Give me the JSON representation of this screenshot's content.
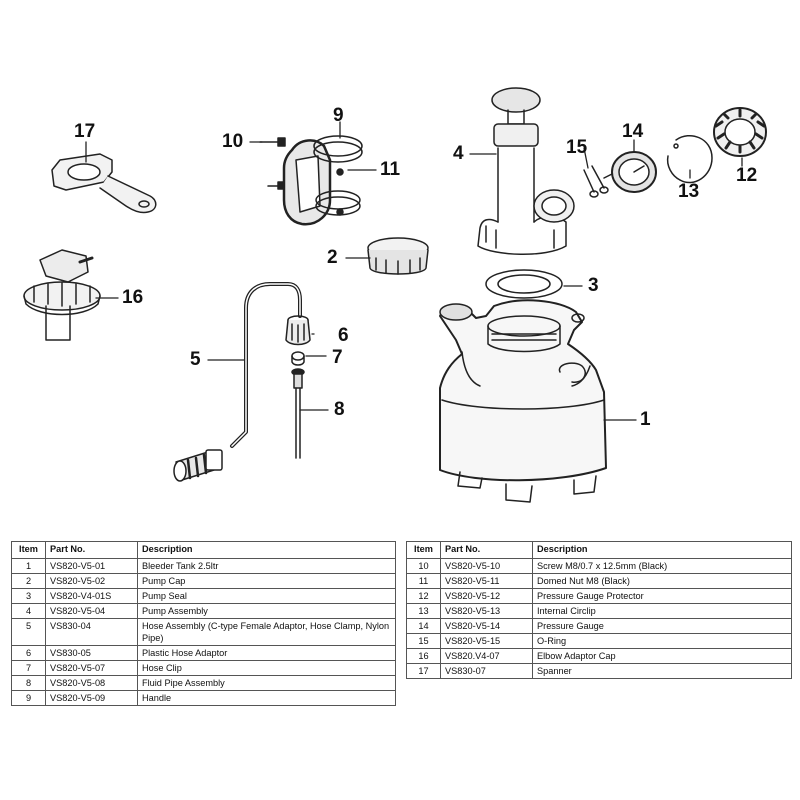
{
  "callouts": [
    {
      "num": "1"
    },
    {
      "num": "2"
    },
    {
      "num": "3"
    },
    {
      "num": "4"
    },
    {
      "num": "5"
    },
    {
      "num": "6"
    },
    {
      "num": "7"
    },
    {
      "num": "8"
    },
    {
      "num": "9"
    },
    {
      "num": "10"
    },
    {
      "num": "11"
    },
    {
      "num": "12"
    },
    {
      "num": "13"
    },
    {
      "num": "14"
    },
    {
      "num": "15"
    },
    {
      "num": "16"
    },
    {
      "num": "17"
    }
  ],
  "table": {
    "headers": {
      "item": "Item",
      "part_no": "Part No.",
      "description": "Description"
    },
    "left_rows": [
      {
        "item": "1",
        "part_no": "VS820-V5-01",
        "description": "Bleeder Tank 2.5ltr"
      },
      {
        "item": "2",
        "part_no": "VS820-V5-02",
        "description": "Pump Cap"
      },
      {
        "item": "3",
        "part_no": "VS820-V4-01S",
        "description": "Pump Seal"
      },
      {
        "item": "4",
        "part_no": "VS820-V5-04",
        "description": "Pump Assembly"
      },
      {
        "item": "5",
        "part_no": "VS830-04",
        "description": "Hose Assembly (C-type Female Adaptor, Hose Clamp, Nylon Pipe)"
      },
      {
        "item": "6",
        "part_no": "VS830-05",
        "description": "Plastic Hose Adaptor"
      },
      {
        "item": "7",
        "part_no": "VS820-V5-07",
        "description": "Hose Clip"
      },
      {
        "item": "8",
        "part_no": "VS820-V5-08",
        "description": "Fluid Pipe Assembly"
      },
      {
        "item": "9",
        "part_no": "VS820-V5-09",
        "description": "Handle"
      }
    ],
    "right_rows": [
      {
        "item": "10",
        "part_no": "VS820-V5-10",
        "description": "Screw M8/0.7 x 12.5mm (Black)"
      },
      {
        "item": "11",
        "part_no": "VS820-V5-11",
        "description": "Domed Nut M8 (Black)"
      },
      {
        "item": "12",
        "part_no": "VS820-V5-12",
        "description": "Pressure Gauge Protector"
      },
      {
        "item": "13",
        "part_no": "VS820-V5-13",
        "description": "Internal Circlip"
      },
      {
        "item": "14",
        "part_no": "VS820-V5-14",
        "description": "Pressure Gauge"
      },
      {
        "item": "15",
        "part_no": "VS820-V5-15",
        "description": "O-Ring"
      },
      {
        "item": "16",
        "part_no": "VS820.V4-07",
        "description": "Elbow Adaptor Cap"
      },
      {
        "item": "17",
        "part_no": "VS830-07",
        "description": "Spanner"
      }
    ]
  }
}
